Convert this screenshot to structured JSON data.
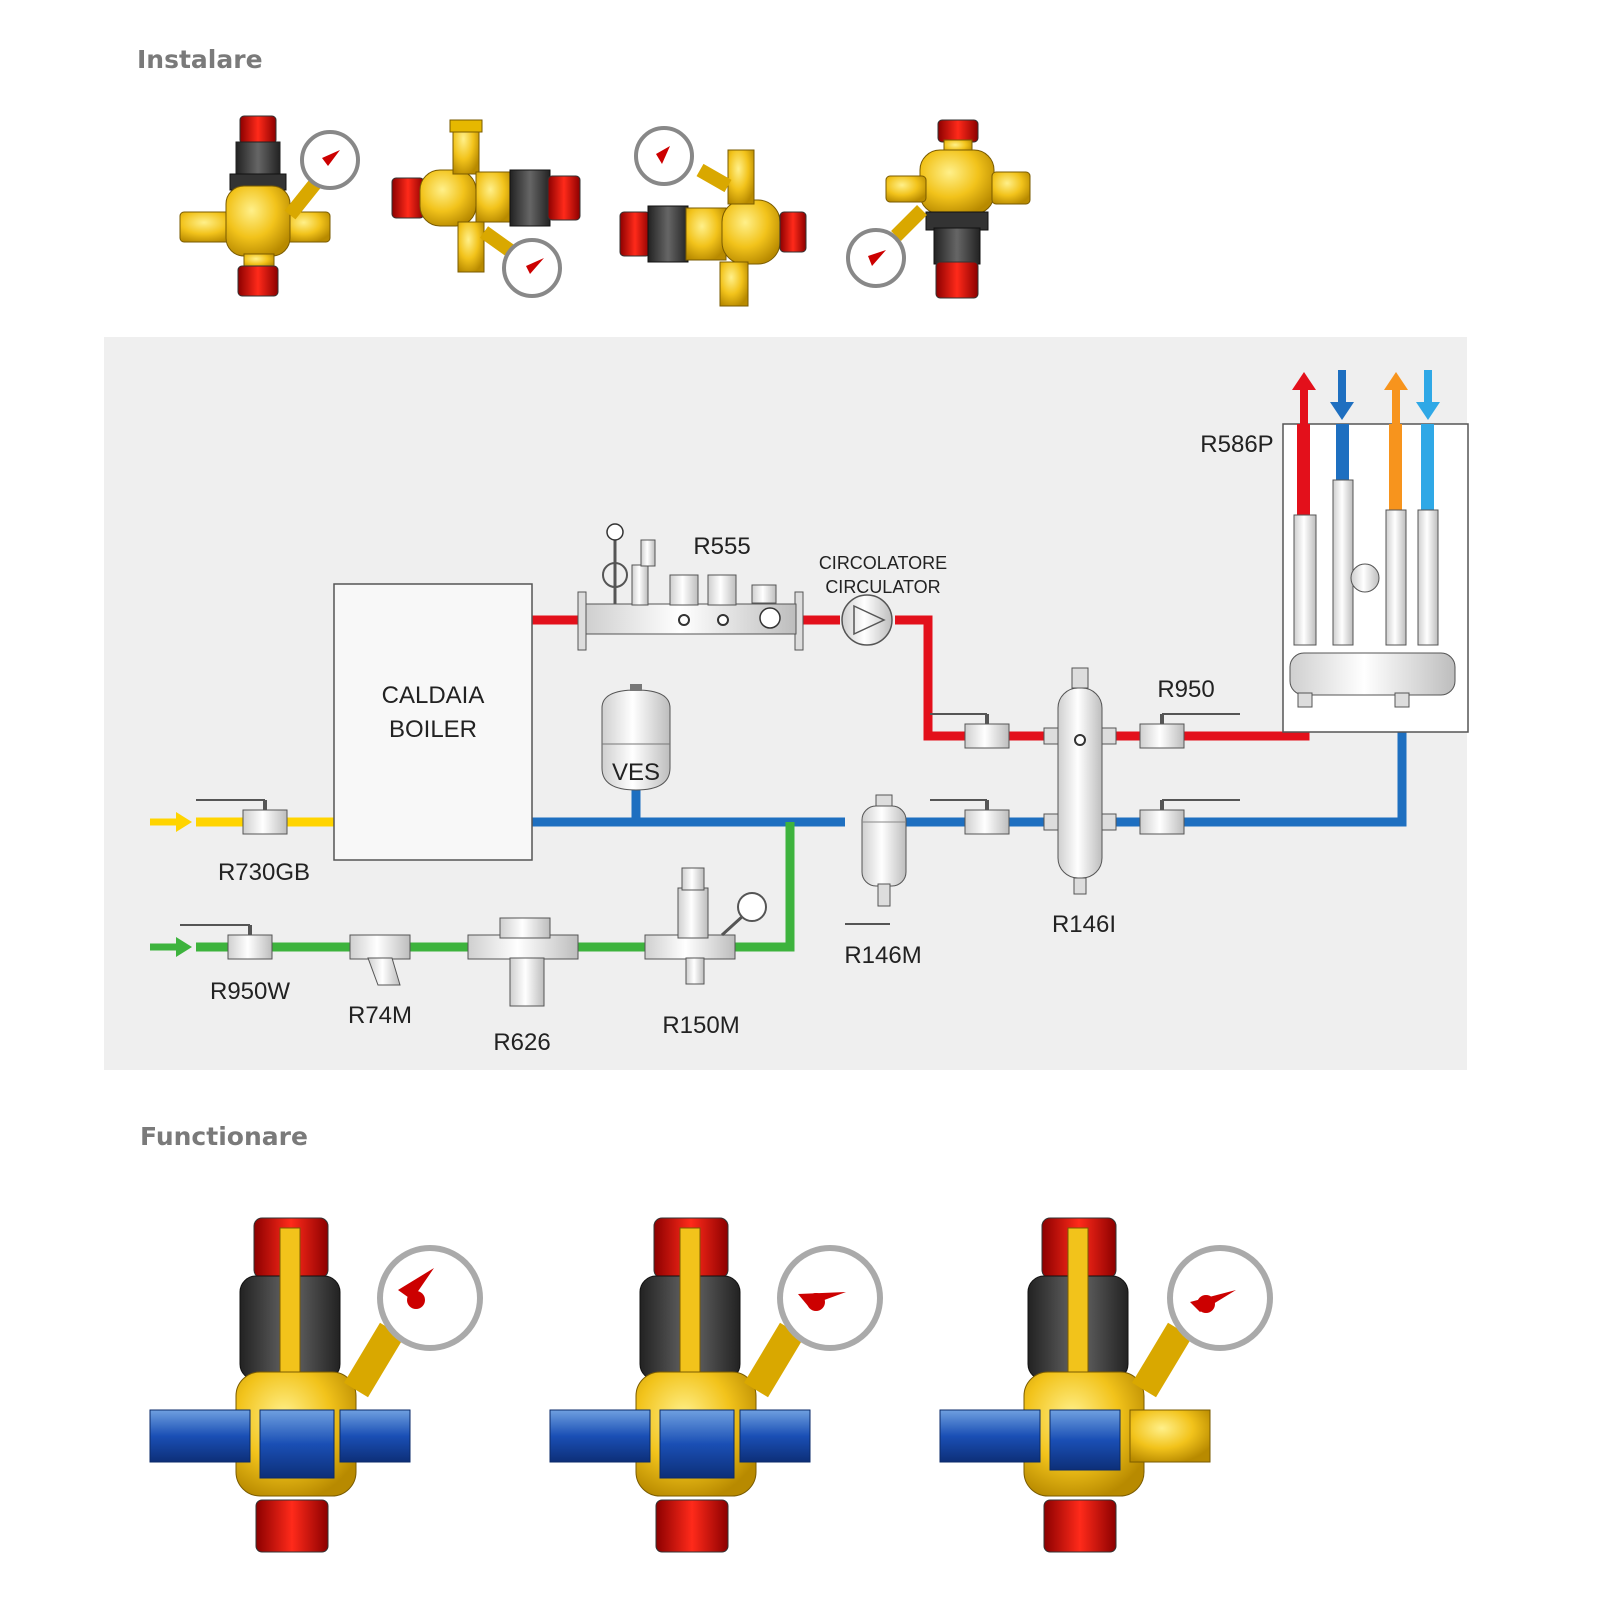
{
  "sections": {
    "install_title": "Instalare",
    "operation_title": "Functionare"
  },
  "diagram": {
    "boiler_line1": "CALDAIA",
    "boiler_line2": "BOILER",
    "circulator_line1": "CIRCOLATORE",
    "circulator_line2": "CIRCULATOR",
    "expansion_vessel": "VES",
    "labels": {
      "r555": "R555",
      "r586p": "R586P",
      "r950": "R950",
      "r146i": "R146I",
      "r146m": "R146M",
      "r730gb": "R730GB",
      "r950w": "R950W",
      "r74m": "R74M",
      "r626": "R626",
      "r150m": "R150M"
    }
  },
  "colors": {
    "hot": "#e3101b",
    "cold": "#1e6fc0",
    "light_blue": "#2fa8e6",
    "orange": "#f7941d",
    "gas": "#ffd400",
    "mains": "#3db33d",
    "brass": "#f2c31b",
    "panel_bg": "#efefef"
  }
}
